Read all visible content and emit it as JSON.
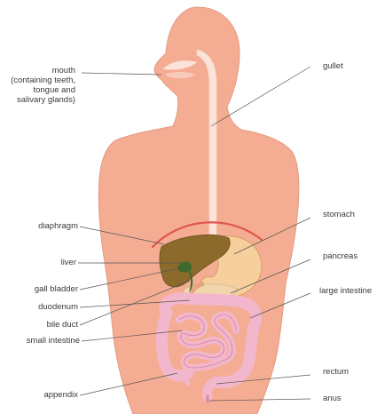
{
  "labels": {
    "mouth": [
      "mouth",
      "(containing teeth,",
      "tongue and",
      "salivary glands)"
    ],
    "gullet": "gullet",
    "diaphragm": "diaphragm",
    "stomach": "stomach",
    "liver": "liver",
    "pancreas": "pancreas",
    "gall_bladder": "gall bladder",
    "large_intestine": "large intestine",
    "duodenum": "duodenum",
    "bile_duct": "bile duct",
    "small_intestine": "small intestine",
    "appendix": "appendix",
    "rectum": "rectum",
    "anus": "anus"
  },
  "colors": {
    "body": "#f4ad93",
    "body_outline": "#e39a80",
    "gullet": "#fbe3da",
    "diaphragm": "#e0564f",
    "liver": "#8c6a2c",
    "gall_bladder": "#3e6b2c",
    "stomach": "#f7cf9d",
    "pancreas": "#f1d6ad",
    "intestine": "#f2b7cc",
    "intestine_outline": "#d98aa7",
    "leader_line": "#555555"
  }
}
